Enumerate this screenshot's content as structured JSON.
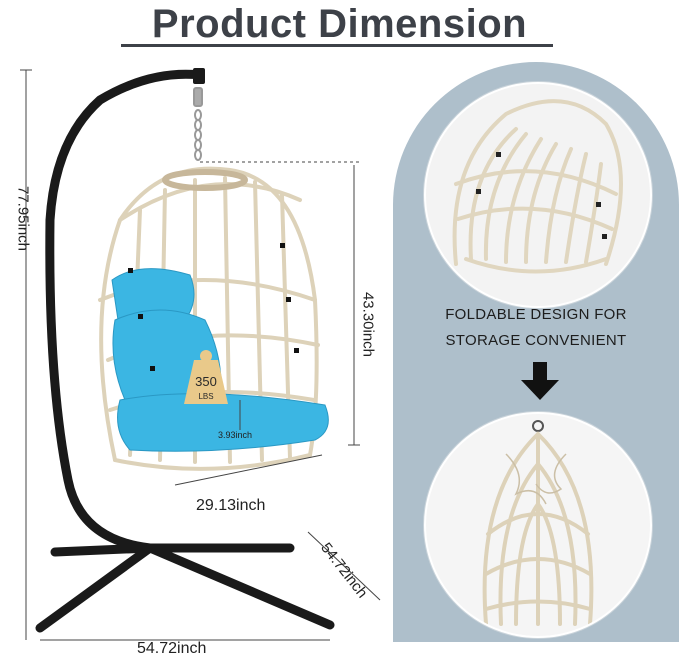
{
  "title": "Product Dimension",
  "dimensions": {
    "total_height": "77.95inch",
    "seat_height": "43.30inch",
    "basket_width": "29.13inch",
    "base_width": "54.72inch",
    "base_depth": "54.72inch",
    "cushion_thickness": "3.93inch"
  },
  "capacity": {
    "value": "350",
    "unit": "LBS"
  },
  "foldable": {
    "line1": "FOLDABLE DESIGN FOR",
    "line2": "STORAGE CONVENIENT"
  },
  "colors": {
    "title": "#3d4148",
    "panel": "#aebfcb",
    "cushion": "#3bb6e3",
    "wicker": "#e6dcc6",
    "stand": "#1a1a1a",
    "weight_tag": "#e9c98a"
  }
}
